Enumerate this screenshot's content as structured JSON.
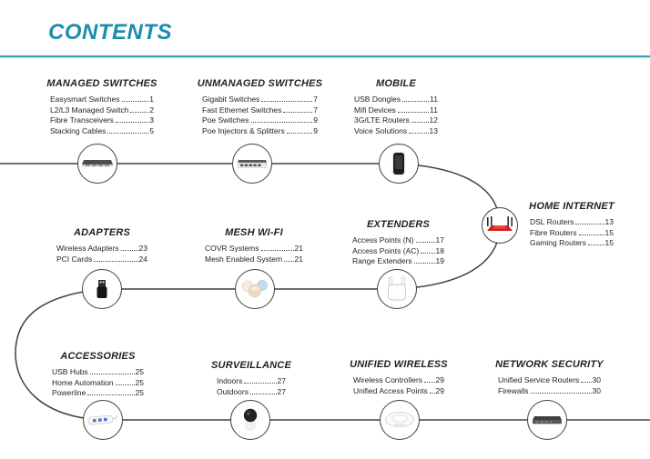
{
  "page": {
    "title": "CONTENTS"
  },
  "colors": {
    "accent_teal": "#1b8dad",
    "divider_teal": "#3aa0bc",
    "path_gray": "#414143",
    "text": "#231f20",
    "router_red": "#cf1f24",
    "usb_port_blue": "#4a78c5",
    "mesh_pod_peach": "#ecd9c2",
    "mesh_pod_blue": "#bfdde8"
  },
  "sections": [
    {
      "id": "managed-switches",
      "title": "MANAGED SWITCHES",
      "icon": "rackmount-switch-icon",
      "items": [
        {
          "label": "Easysmart Switches",
          "page": "1"
        },
        {
          "label": "L2/L3 Managed Switch",
          "page": "2"
        },
        {
          "label": "Fibre Transceivers",
          "page": "3"
        },
        {
          "label": "Stacking Cables",
          "page": "5"
        }
      ]
    },
    {
      "id": "unmanaged-switches",
      "title": "UNMANAGED SWITCHES",
      "icon": "ethernet-switch-icon",
      "items": [
        {
          "label": "Gigabit Switches",
          "page": "7"
        },
        {
          "label": "Fast Ethernet Switches",
          "page": "7"
        },
        {
          "label": "Poe Switches",
          "page": "9"
        },
        {
          "label": "Poe Injectors & Splitters",
          "page": "9"
        }
      ]
    },
    {
      "id": "mobile",
      "title": "MOBILE",
      "icon": "mifi-device-icon",
      "items": [
        {
          "label": "USB Dongles",
          "page": "11"
        },
        {
          "label": "Mifi Devices",
          "page": "11"
        },
        {
          "label": "3G/LTE Routers",
          "page": "12"
        },
        {
          "label": "Voice Solutions",
          "page": "13"
        }
      ]
    },
    {
      "id": "home-internet",
      "title": "HOME INTERNET",
      "icon": "gaming-router-icon",
      "items": [
        {
          "label": "DSL Routers",
          "page": "13"
        },
        {
          "label": "Fibre Routers",
          "page": "15"
        },
        {
          "label": "Gaming Routers",
          "page": "15"
        }
      ]
    },
    {
      "id": "adapters",
      "title": "ADAPTERS",
      "icon": "usb-adapter-icon",
      "items": [
        {
          "label": "Wireless Adapters",
          "page": "23"
        },
        {
          "label": "PCI Cards",
          "page": "24"
        }
      ]
    },
    {
      "id": "mesh-wifi",
      "title": "MESH WI-FI",
      "icon": "mesh-pods-icon",
      "items": [
        {
          "label": "COVR Systems",
          "page": "21"
        },
        {
          "label": "Mesh Enabled System",
          "page": "21"
        }
      ]
    },
    {
      "id": "extenders",
      "title": "EXTENDERS",
      "icon": "range-extender-icon",
      "items": [
        {
          "label": "Access Points (N)",
          "page": "17"
        },
        {
          "label": "Access Points (AC)",
          "page": "18"
        },
        {
          "label": "Range Extenders",
          "page": "19"
        }
      ]
    },
    {
      "id": "accessories",
      "title": "ACCESSORIES",
      "icon": "usb-hub-icon",
      "items": [
        {
          "label": "USB Hubs",
          "page": "25"
        },
        {
          "label": "Home Automation",
          "page": "25"
        },
        {
          "label": "Powerline",
          "page": "25"
        }
      ]
    },
    {
      "id": "surveillance",
      "title": "SURVEILLANCE",
      "icon": "camera-icon",
      "items": [
        {
          "label": "Indoors",
          "page": "27"
        },
        {
          "label": "Outdoors",
          "page": "27"
        }
      ]
    },
    {
      "id": "unified-wireless",
      "title": "UNIFIED WIRELESS",
      "icon": "access-point-icon",
      "items": [
        {
          "label": "Wireless Controllers",
          "page": "29"
        },
        {
          "label": "Unified Access Points",
          "page": "29"
        }
      ]
    },
    {
      "id": "network-security",
      "title": "NETWORK SECURITY",
      "icon": "firewall-appliance-icon",
      "items": [
        {
          "label": "Unified Service Routers",
          "page": "30"
        },
        {
          "label": "Firewalls",
          "page": "30"
        }
      ]
    }
  ]
}
